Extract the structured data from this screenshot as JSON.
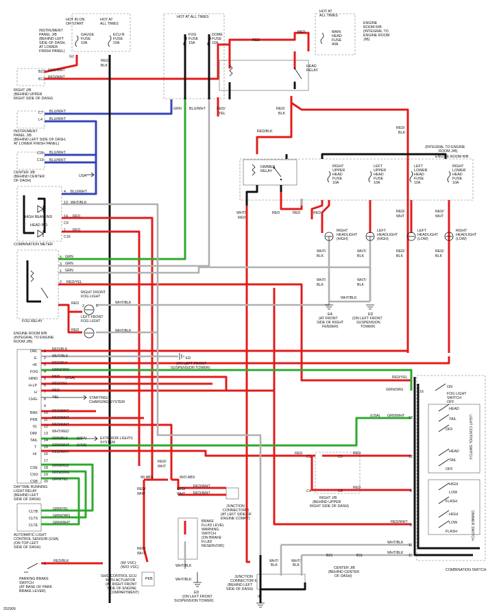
{
  "fuse_sources": {
    "hot_on_or_start": [
      "HOT IN ON",
      "OR START"
    ],
    "hot_at_all_times_1": [
      "HOT AT",
      "ALL TIMES"
    ],
    "hot_at_all_times_2": "HOT AT ALL TIMES",
    "hot_at_all_times_3": [
      "HOT AT",
      "ALL TIMES"
    ]
  },
  "instrument_panel_jb_top": [
    "INSTRUMENT",
    "PANEL J/B",
    "(BEHIND LEFT",
    "SIDE OF DASH,",
    "AT LOWER",
    "FINISH PANEL)"
  ],
  "fuses": {
    "gauge": [
      "GAUGE",
      "FUSE",
      "10A"
    ],
    "ecu_b": [
      "ECU-B",
      "FUSE",
      "10A"
    ],
    "fog": [
      "FOG",
      "FUSE",
      "15A"
    ],
    "dome": [
      "DOME",
      "FUSE",
      "15A"
    ],
    "main_head": [
      "MAIN",
      "HEAD",
      "FUSE",
      "40A"
    ],
    "right_upper": [
      "RIGHT",
      "UPPER",
      "HEAD",
      "FUSE",
      "10A"
    ],
    "left_upper": [
      "LEFT",
      "UPPER",
      "HEAD",
      "FUSE",
      "10A"
    ],
    "left_lower": [
      "LEFT",
      "LOWER",
      "HEAD",
      "FUSE",
      "10A"
    ],
    "right_lower": [
      "RIGHT",
      "LOWER",
      "HEAD",
      "FUSE",
      "10A"
    ]
  },
  "engine_room_rb_top": [
    "ENGINE",
    "ROOM R/B",
    "(INTEGRAL TO",
    "ENGINE ROOM",
    "J/B)"
  ],
  "engine_room_jb_right": [
    "(INTEGRAL TO ENGINE",
    "ROOM J/B)",
    "ENGINE ROOM R/B"
  ],
  "relays": {
    "head": [
      "HEAD",
      "RELAY"
    ],
    "dimmer": [
      "DIMMER",
      "RELAY"
    ],
    "fog": "FOG RELAY"
  },
  "connectors_left": {
    "right_jb": [
      "RIGHT J/B",
      "(BEHIND UPPER",
      "RIGHT SIDE OF DASH)"
    ],
    "instrument_jb": [
      "INSTRUMENT",
      "PANEL J/B",
      "(BEHIND LEFT SIDE OF DASH,",
      "AT LOWER FINISH PANEL)"
    ],
    "center_jb": [
      "CENTER J/B",
      "(BEHIND CENTER",
      "OF DASH)"
    ],
    "usa": "USA",
    "high_beam_ind": "HIGH BEAM IND",
    "head_ind": "HEAD IND",
    "combination_meter": "COMBINATION METER",
    "engine_room_rb": [
      "ENGINE ROOM R/B",
      "(INTEGRAL TO ENGINE",
      "ROOM J/B)"
    ]
  },
  "pins": [
    "G2",
    "B22",
    "B12",
    "C7",
    "L4",
    "C20",
    "C19",
    "4",
    "13",
    "14",
    "C9",
    "1",
    "C16",
    "5",
    "3",
    "2",
    "1",
    "2",
    "1"
  ],
  "wire_labels": {
    "red_blk": "RED/BLK",
    "red_wht": "RED/WHT",
    "red": "RED",
    "blu_wht": "BLU/WHT",
    "blu_wht_usa": "BLU/WHT",
    "wht_blk": "WHT/BLK",
    "grn": "GRN",
    "red_yel": "RED/YEL",
    "red_yel_v": [
      "RED/",
      "YEL"
    ],
    "red_blk_v": [
      "RED/",
      "BLK"
    ],
    "wht_red_v": [
      "WHT/",
      "RED"
    ],
    "red_wht_v": [
      "RED/",
      "WHT"
    ],
    "wht_blk_v": [
      "WHT/",
      "BLK"
    ],
    "grn_org": "GRN/ORG",
    "grn_yel": "GRN/YEL",
    "grn_red": "GRN/RED",
    "grn_blk": "GRN/BLK",
    "grn_wht": "GRN/WHT",
    "wht_red": "WHT/RED",
    "yel": "YEL",
    "blu_wht_v": "BLU/WHT",
    "grn_v": "GRN",
    "red_v": [
      "RED/",
      "YEL"
    ]
  },
  "fog_lights": {
    "right": [
      "RIGHT FRONT",
      "FOG LIGHT"
    ],
    "left": [
      "LEFT FRONT",
      "FOG LIGHT"
    ]
  },
  "headlights": {
    "right_high": [
      "RIGHT",
      "HEADLIGHT",
      "(HIGH)"
    ],
    "left_high": [
      "LEFT",
      "HEADLIGHT",
      "(HIGH)"
    ],
    "left_low": [
      "LEFT",
      "HEADLIGHT",
      "(LOW)"
    ],
    "right_low": [
      "RIGHT",
      "HEADLIGHT",
      "(LOW)"
    ]
  },
  "grounds": {
    "ea": [
      "EA",
      "(AT FRONT",
      "SIDE OF RIGHT",
      "FENDER)"
    ],
    "ed_tower": [
      "ED",
      "(ON LEFT FRONT",
      "SUSPENSION",
      "TOWER)"
    ],
    "ed_drl": [
      "ED",
      "(ON LEFT FRONT",
      "SUSPENSION TOWER)"
    ],
    "ed_bottom": [
      "ED",
      "(ON LEFT FRONT",
      "SUSPENSION TOWER)"
    ],
    "ie": "IE"
  },
  "drl_pins": [
    "DRL",
    "E",
    "+B",
    "FOG",
    "HIND",
    "H-LP",
    "H",
    "CHG-",
    "BRK",
    "PKB",
    "IG",
    "DIM",
    "TAIL",
    "T",
    "HI",
    "CSE",
    "CSO",
    "CSB"
  ],
  "drl_pin_numbers": [
    "1",
    "2",
    "3",
    "4",
    "5",
    "6",
    "7",
    "8",
    "9",
    "10",
    "11",
    "12",
    "13",
    "14",
    "15",
    "16",
    "17",
    "18",
    "19",
    "20"
  ],
  "drl_wires": [
    "RED/BLK",
    "WHT/BLK",
    "RED/BLK",
    "GRN/ORG",
    "RED",
    "RED/YEL",
    "RED",
    "YEL",
    "RED/WHT",
    "RED/WHT",
    "RED/WHT",
    "WHT/RED",
    "GRN/BLK",
    "GRN/WHT",
    "RED/WHT",
    "GRN/RED",
    "GRN/ORG",
    "GRN/YEL"
  ],
  "drl_usa_tags": [
    "(USA)",
    "(USA)",
    "(USA)",
    "(USA)"
  ],
  "drl_relay": [
    "DAYTIME RUNNING",
    "LIGHT RELAY",
    "(BEHIND LEFT",
    "SIDE OF DASH)"
  ],
  "starting_charging": [
    "STARTING/",
    "CHARGING SYSTEM"
  ],
  "exterior_lights": [
    "EXTERIOR LIGHTS",
    "SYSTEM"
  ],
  "light_sensor": {
    "pins": [
      "CLTB",
      "CLTS",
      "CLTE"
    ],
    "wires": [
      "GRN/YEL",
      "GRN/ORG",
      "GRN/WHT"
    ],
    "label": [
      "AUTOMATIC LIGHT",
      "CONTROL SENSOR   (USA)",
      "(ON TOP LEFT",
      "SIDE OF DASH)"
    ]
  },
  "parking_brake": {
    "wire": "RED/BLK",
    "pin": "1",
    "label": [
      "PARKING BRAKE",
      "SWITCH",
      "(AT BASE OF PARK",
      "BRAKE LEVER)"
    ]
  },
  "abs_labels": [
    "W/ ABS",
    "W/O ABS"
  ],
  "junction_1": [
    "JUNCTION",
    "CONNECTOR 1",
    "(AT LEFT SIDE OF",
    "ENGINE COMPT)"
  ],
  "junction_6": [
    "JUNCTION",
    "CONNECTOR 6",
    "(BEHIND LEFT",
    "SIDE OF DASH)"
  ],
  "brake_fluid": [
    "BRAKE",
    "FLUID LEVEL",
    "WARNING",
    "SWITCH",
    "(ON BRAKE",
    "FLUID",
    "RESERVOIR)"
  ],
  "shift_control": [
    "SHID CONTROL ECU",
    "WITH ACTUATOR",
    "(AT RIGHT FRONT",
    "SIDE OF ENGINE",
    "COMPARTMENT)"
  ],
  "vsc": [
    "(W/ VSC)",
    "(W/O VSC)"
  ],
  "pkb": "PKB",
  "right_jb_bottom": [
    "RIGHT J/B",
    "(BEHIND UPPER",
    "RIGHT SIDE OF DASH)"
  ],
  "center_jb_bottom": [
    "CENTER J/B",
    "(BEHIND CENTER",
    "OF DASH)"
  ],
  "center_pins": [
    "B21",
    "B11"
  ],
  "combination_switch": {
    "title": "COMBINATION SWITCH",
    "fog_switch": [
      "ON",
      "FOG LIGHT",
      "SWITCH",
      "OFF"
    ],
    "light_control": "LIGHT CONTROL SWITCH",
    "dimmer": "DIMMER SWITCH",
    "positions": [
      "HEAD",
      "TAIL",
      "OFF",
      "HEAD",
      "TAIL",
      "OFF",
      "HIGH",
      "LOW",
      "FLASH",
      "HIGH",
      "LOW",
      "FLASH"
    ],
    "pins": [
      "16",
      "13",
      "12",
      "8",
      "9",
      "11",
      "10"
    ]
  },
  "c_pins": [
    "C5",
    "C5",
    "C4",
    "C4"
  ],
  "diagram_id": "252909"
}
